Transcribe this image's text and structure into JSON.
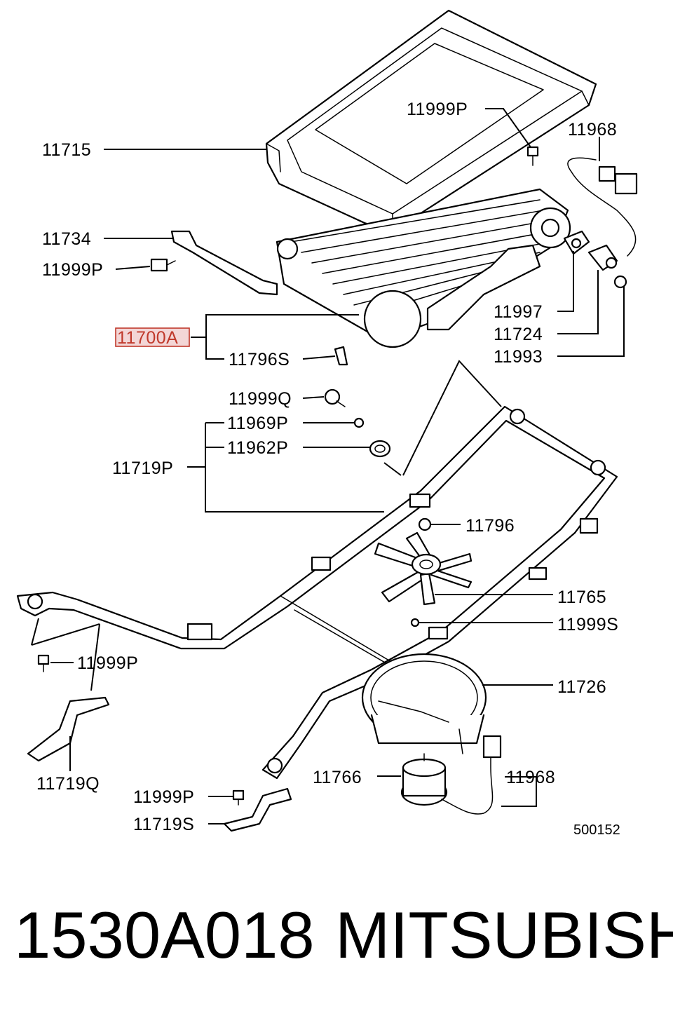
{
  "callouts": {
    "c11999P_top": "11999P",
    "c11968_top": "11968",
    "c11715": "11715",
    "c11734": "11734",
    "c11999P_left": "11999P",
    "c11997": "11997",
    "c11724": "11724",
    "c11993": "11993",
    "c11700A": "11700A",
    "c11796S": "11796S",
    "c11999Q": "11999Q",
    "c11969P": "11969P",
    "c11962P": "11962P",
    "c11719P": "11719P",
    "c11796": "11796",
    "c11765": "11765",
    "c11999S": "11999S",
    "c11999P_mid": "11999P",
    "c11726": "11726",
    "c11719Q": "11719Q",
    "c11766": "11766",
    "c11968_bottom": "11968",
    "c11999P_bottom": "11999P",
    "c11719S": "11719S"
  },
  "diagram_number": "500152",
  "footer": {
    "part_number": "1530A018",
    "brand": "MITSUBISHI"
  },
  "colors": {
    "highlight_fill": "#f3d6d6",
    "highlight_stroke": "#c0392b",
    "ink": "#000000"
  }
}
